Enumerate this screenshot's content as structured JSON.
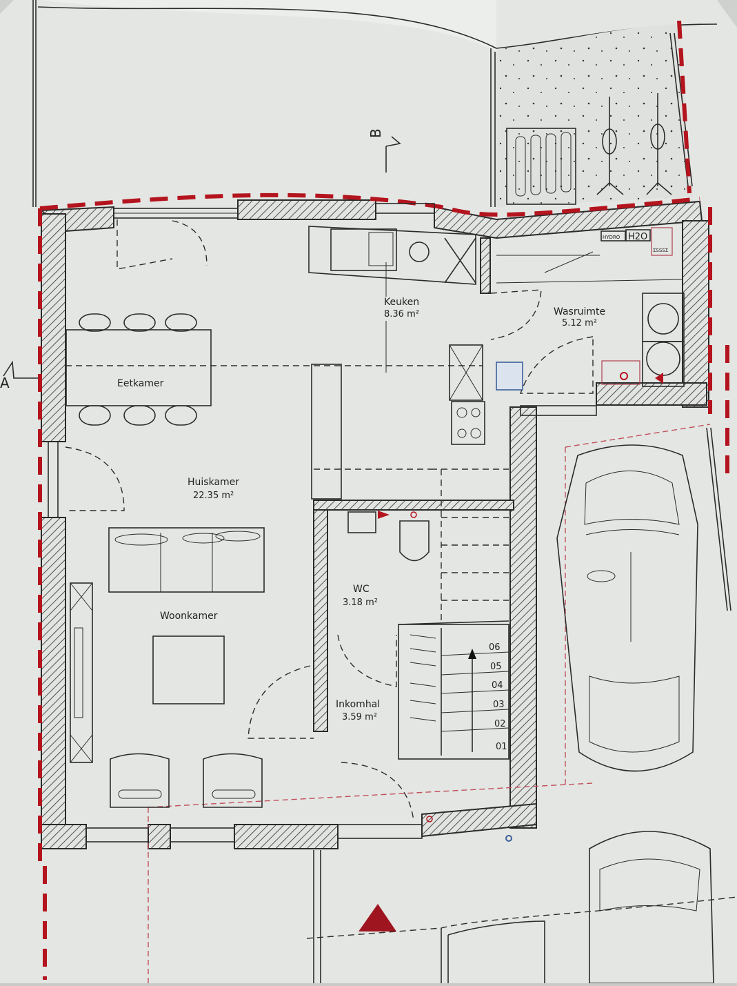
{
  "plan": {
    "section_markers": [
      {
        "id": "A",
        "label": "A"
      },
      {
        "id": "B",
        "label": "B"
      }
    ],
    "rooms": [
      {
        "id": "keuken",
        "name": "Keuken",
        "area": "8.36 m²"
      },
      {
        "id": "wasruimte",
        "name": "Wasruimte",
        "area": "5.12 m²"
      },
      {
        "id": "eetkamer",
        "name": "Eetkamer",
        "area": ""
      },
      {
        "id": "huiskamer",
        "name": "Huiskamer",
        "area": "22.35 m²"
      },
      {
        "id": "woonkamer",
        "name": "Woonkamer",
        "area": ""
      },
      {
        "id": "wc",
        "name": "WC",
        "area": "3.18 m²"
      },
      {
        "id": "inkomhal",
        "name": "Inkomhal",
        "area": "3.59 m²"
      }
    ],
    "stairs": {
      "steps": [
        "06",
        "05",
        "04",
        "03",
        "02",
        "01"
      ]
    },
    "equipment_labels": {
      "hydro": "HYDRO",
      "h2o": "H2O",
      "boiler": "ΣSSSΣ"
    },
    "colors": {
      "paper": "#e6e8e5",
      "ink": "#2b2b2b",
      "boundary_red": "#b4141e",
      "utility_blue": "#3b5f9a"
    }
  }
}
